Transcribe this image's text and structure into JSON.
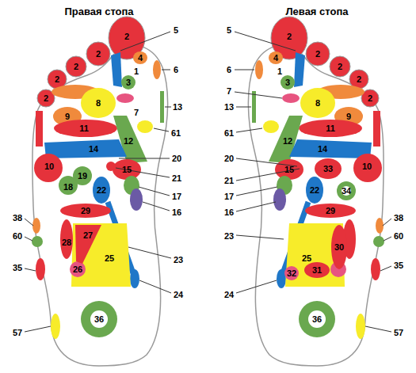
{
  "diagram": {
    "labels": [
      "Правая стопа",
      "Левая стопа",
      "2",
      "2",
      "2",
      "2",
      "2",
      "4",
      "1",
      "3",
      "7",
      "8",
      "9",
      "11",
      "12",
      "14",
      "10",
      "15",
      "19",
      "18",
      "22",
      "29",
      "28",
      "27",
      "25",
      "26",
      "36",
      "5",
      "6",
      "13",
      "61",
      "20",
      "21",
      "17",
      "16",
      "23",
      "24",
      "38",
      "60",
      "35",
      "57",
      "2",
      "2",
      "2",
      "2",
      "2",
      "4",
      "1",
      "3",
      "8",
      "9",
      "11",
      "14",
      "10",
      "12",
      "15",
      "33",
      "34",
      "22",
      "29",
      "25",
      "30",
      "32",
      "31",
      "36",
      "5",
      "6",
      "7",
      "13",
      "61",
      "20",
      "21",
      "17",
      "16",
      "23",
      "24",
      "38",
      "60",
      "35",
      "57"
    ]
  }
}
